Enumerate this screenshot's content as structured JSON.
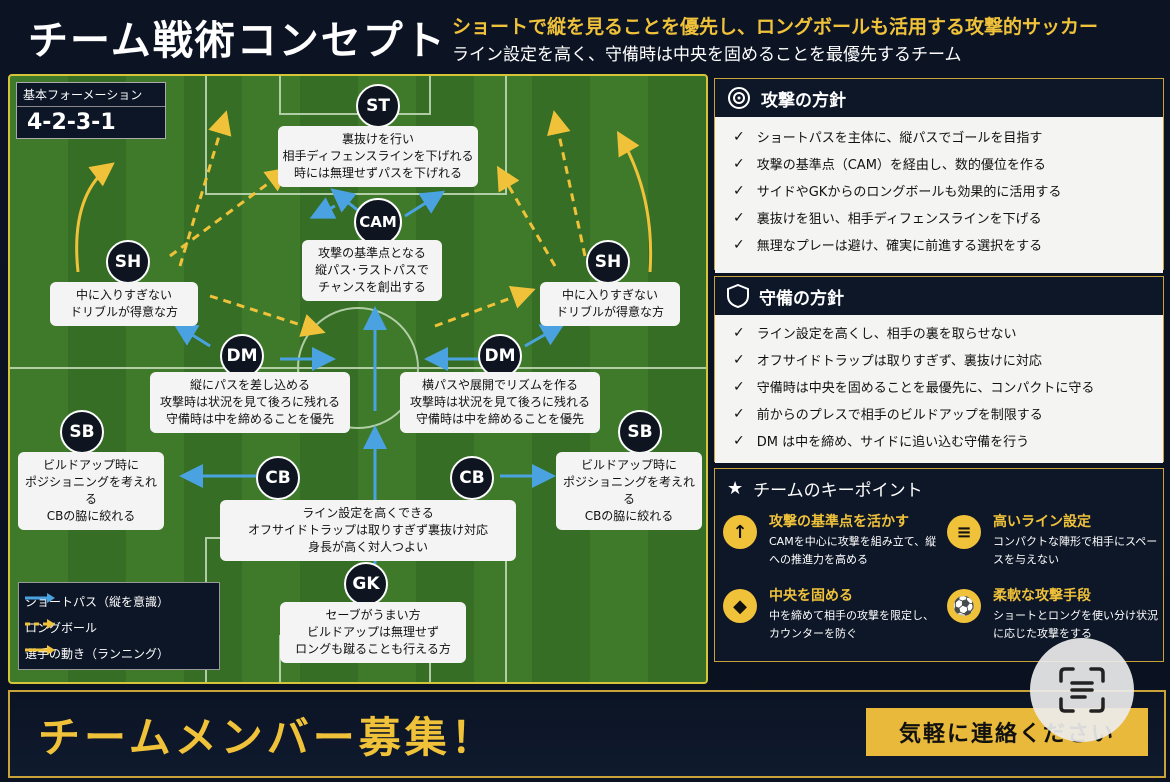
{
  "header": {
    "title": "チーム戦術コンセプト",
    "subtitle1": "ショートで縦を見ることを優先し、ロングボールも活用する攻撃的サッカー",
    "subtitle2": "ライン設定を高く、守備時は中央を固めることを最優先するチーム"
  },
  "formation": {
    "label": "基本フォーメーション",
    "value": "4-2-3-1"
  },
  "positions": {
    "st": {
      "name": "ST",
      "lines": [
        "裏抜けを行い",
        "相手ディフェンスラインを下げれる",
        "時には無理せずパスを下げれる"
      ]
    },
    "cam": {
      "name": "CAM",
      "lines": [
        "攻撃の基準点となる",
        "縦パス･ラストパスで",
        "チャンスを創出する"
      ]
    },
    "sh_left": {
      "name": "SH",
      "lines": [
        "中に入りすぎない",
        "ドリブルが得意な方"
      ]
    },
    "sh_right": {
      "name": "SH",
      "lines": [
        "中に入りすぎない",
        "ドリブルが得意な方"
      ]
    },
    "dm_left": {
      "name": "DM",
      "lines": [
        "縦にパスを差し込める",
        "攻撃時は状況を見て後ろに残れる",
        "守備時は中を締めることを優先"
      ]
    },
    "dm_right": {
      "name": "DM",
      "lines": [
        "横パスや展開でリズムを作る",
        "攻撃時は状況を見て後ろに残れる",
        "守備時は中を締めることを優先"
      ]
    },
    "sb_left": {
      "name": "SB",
      "lines": [
        "ビルドアップ時に",
        "ポジショニングを考えれる",
        "CBの脇に絞れる"
      ]
    },
    "sb_right": {
      "name": "SB",
      "lines": [
        "ビルドアップ時に",
        "ポジショニングを考えれる",
        "CBの脇に絞れる"
      ]
    },
    "cb_left": {
      "name": "CB"
    },
    "cb_right": {
      "name": "CB"
    },
    "cb_card": {
      "lines": [
        "ライン設定を高くできる",
        "オフサイドトラップは取りすぎず裏抜け対応",
        "身長が高く対人つよい"
      ]
    },
    "gk": {
      "name": "GK",
      "lines": [
        "セーブがうまい方",
        "ビルドアップは無理せず",
        "ロングも蹴ることも行える方"
      ]
    }
  },
  "legend": {
    "short_pass": "ショートパス（縦を意識）",
    "long_ball": "ロングボール",
    "player_run": "選手の動き（ランニング）"
  },
  "colors": {
    "accent": "#f0c23a",
    "pass_blue": "#4aa3e0",
    "pitch_green": "#3e7a2a"
  },
  "attack": {
    "title": "攻撃の方針",
    "icon": "target-icon",
    "items": [
      "ショートパスを主体に、縦パスでゴールを目指す",
      "攻撃の基準点（CAM）を経由し、数的優位を作る",
      "サイドやGKからのロングボールも効果的に活用する",
      "裏抜けを狙い、相手ディフェンスラインを下げる",
      "無理なプレーは避け、確実に前進する選択をする"
    ]
  },
  "defense": {
    "title": "守備の方針",
    "icon": "shield-icon",
    "items": [
      "ライン設定を高くし、相手の裏を取らせない",
      "オフサイドトラップは取りすぎず、裏抜けに対応",
      "守備時は中央を固めることを最優先に、コンパクトに守る",
      "前からのプレスで相手のビルドアップを制限する",
      "DM は中を締め、サイドに追い込む守備を行う"
    ]
  },
  "keypoints": {
    "title": "チームのキーポイント",
    "items": [
      {
        "title": "攻撃の基準点を活かす",
        "text": "CAMを中心に攻撃を組み立て、縦への推進力を高める",
        "icon": "up-arrow-icon"
      },
      {
        "title": "高いライン設定",
        "text": "コンパクトな陣形で相手にスペースを与えない",
        "icon": "lines-icon"
      },
      {
        "title": "中央を固める",
        "text": "中を締めて相手の攻撃を限定し、カウンターを防ぐ",
        "icon": "shield-icon"
      },
      {
        "title": "柔軟な攻撃手段",
        "text": "ショートとロングを使い分け状況に応じた攻撃をする",
        "icon": "ball-icon"
      }
    ]
  },
  "footer": {
    "recruit": "チームメンバー募集！",
    "contact": "気軽に連絡ください"
  }
}
